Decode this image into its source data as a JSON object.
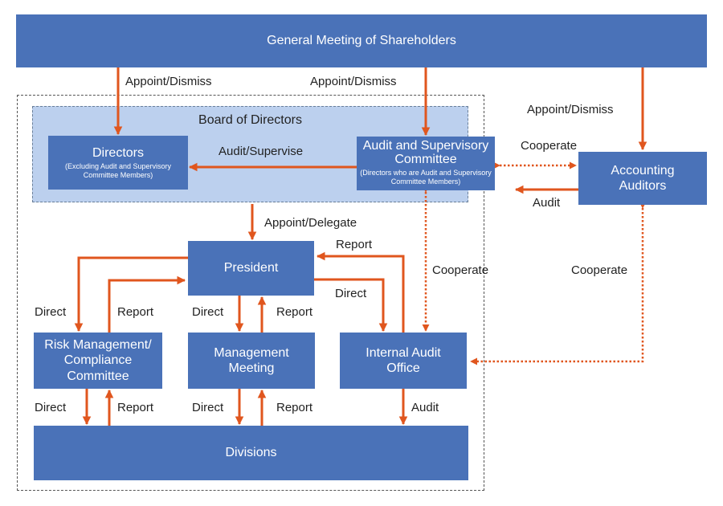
{
  "nodes": {
    "shareholders": {
      "title": "General Meeting of Shareholders"
    },
    "board_of_directors": {
      "title": "Board of Directors"
    },
    "directors": {
      "title": "Directors",
      "subtitle": "(Excluding Audit and Supervisory Committee Members)"
    },
    "audit_committee": {
      "title": "Audit and Supervisory Committee",
      "subtitle": "(Directors who are Audit and Supervisory Committee Members)"
    },
    "accounting_auditors": {
      "title": "Accounting Auditors"
    },
    "president": {
      "title": "President"
    },
    "risk_committee": {
      "title": "Risk Management/ Compliance Committee"
    },
    "management_meeting": {
      "title": "Management Meeting"
    },
    "internal_audit": {
      "title": "Internal Audit Office"
    },
    "divisions": {
      "title": "Divisions"
    }
  },
  "edges": {
    "appoint_dismiss_directors": "Appoint/Dismiss",
    "appoint_dismiss_committee": "Appoint/Dismiss",
    "appoint_dismiss_auditors": "Appoint/Dismiss",
    "audit_supervise": "Audit/Supervise",
    "cooperate_committee_auditors": "Cooperate",
    "audit_auditors": "Audit",
    "appoint_delegate": "Appoint/Delegate",
    "report_internal_to_president": "Report",
    "cooperate_committee_internal": "Cooperate",
    "cooperate_auditors_internal": "Cooperate",
    "direct_president_to_risk": "Direct",
    "report_risk_to_president": "Report",
    "direct_president_to_meeting": "Direct",
    "report_meeting_to_president": "Report",
    "direct_president_to_internal": "Direct",
    "direct_risk_to_divisions": "Direct",
    "report_divisions_to_risk": "Report",
    "direct_meeting_to_divisions": "Direct",
    "report_divisions_to_meeting": "Report",
    "audit_internal_to_divisions": "Audit"
  },
  "colors": {
    "node_fill": "#4a72b8",
    "group_fill": "#bcd0ee",
    "arrow": "#e0561e",
    "text": "#222222"
  }
}
